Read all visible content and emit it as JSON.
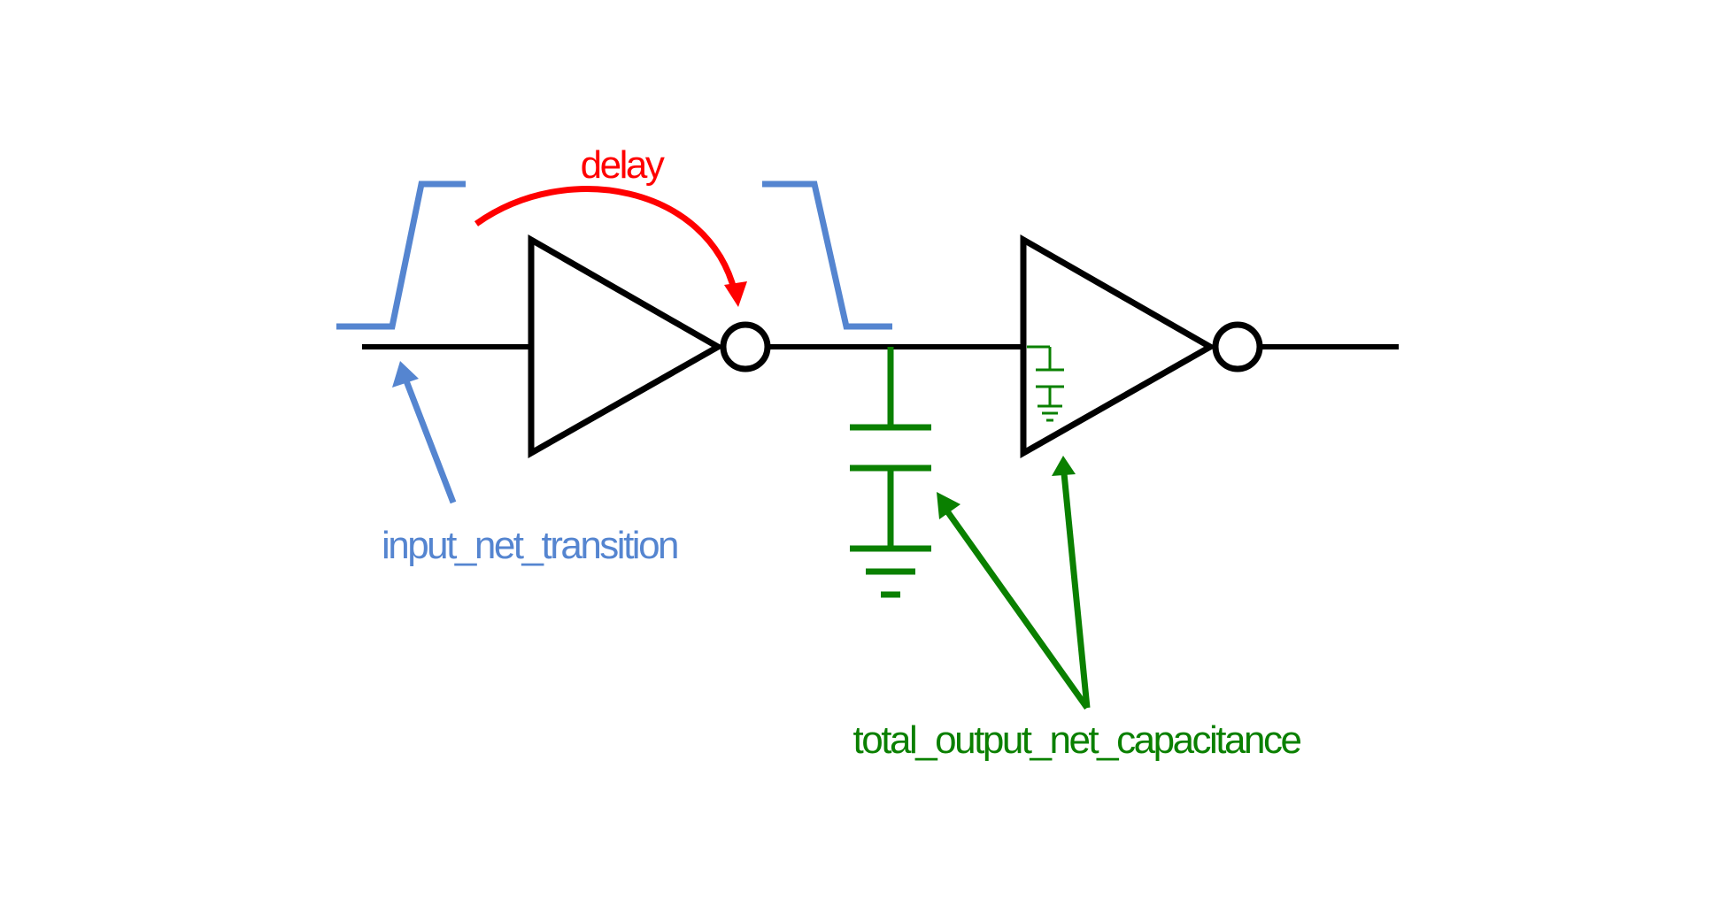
{
  "labels": {
    "delay": "delay",
    "input_net_transition": "input_net_transition",
    "total_output_net_capacitance": "total_output_net_capacitance"
  },
  "colors": {
    "wire": "#000000",
    "transition": "#5585d0",
    "delay": "#ff0000",
    "capacitance": "#0a8000",
    "background": "#ffffff"
  },
  "elements": [
    "input-wire",
    "inverter-1",
    "inverter-1-bubble",
    "middle-net",
    "load-capacitor",
    "ground-symbol",
    "inverter-2",
    "inverter-2-bubble",
    "output-wire",
    "rising-waveform",
    "falling-waveform",
    "delay-arrow",
    "transition-arrow",
    "capacitance-arrows",
    "input-pin-capacitor"
  ]
}
